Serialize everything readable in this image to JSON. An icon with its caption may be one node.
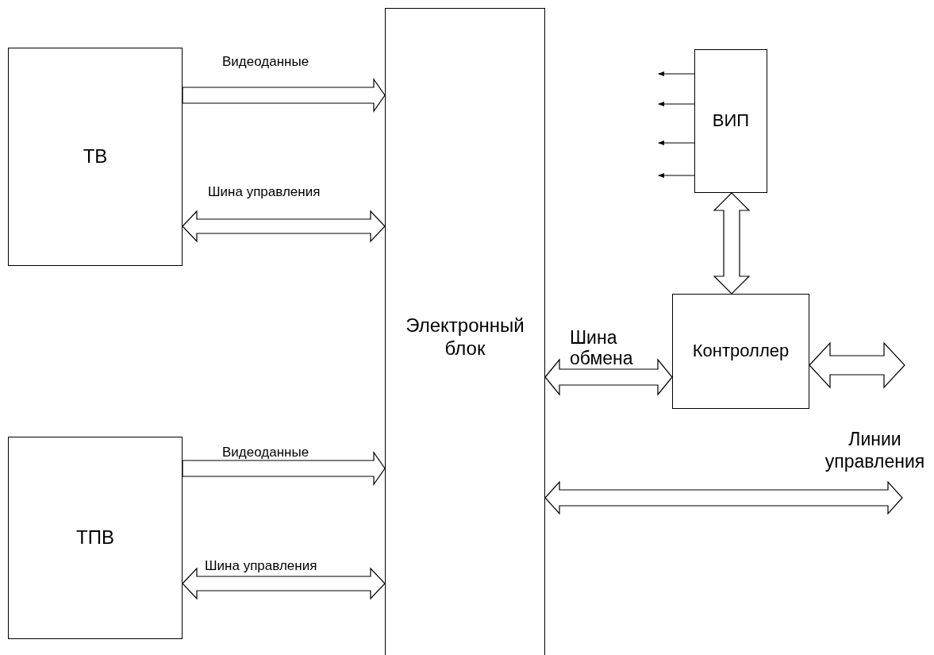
{
  "diagram": {
    "nodes": [
      {
        "text": [
          "ТВ"
        ]
      },
      {
        "text": [
          "ТПВ"
        ]
      },
      {
        "text": [
          "Электронный блок"
        ]
      },
      {
        "text": [
          "ВИП"
        ]
      },
      {
        "text": [
          "Контроллер"
        ]
      }
    ],
    "edges": [
      {
        "from": 0,
        "to": 2,
        "arrow": "to",
        "label": "Видеоданные"
      },
      {
        "from": 0,
        "to": 2,
        "arrow": "both",
        "label": "Шина управления"
      },
      {
        "from": 1,
        "to": 2,
        "arrow": "to",
        "label": "Видеоданные"
      },
      {
        "from": 1,
        "to": 2,
        "arrow": "both",
        "label": "Шина управления"
      },
      {
        "from": 3,
        "to": 4,
        "arrow": "both"
      },
      {
        "from": 2,
        "to": 4,
        "arrow": "both",
        "label": "Шина обмена"
      },
      {
        "from": 4,
        "to": null,
        "arrow": "both"
      },
      {
        "from": 2,
        "to": null,
        "arrow": "both"
      },
      {
        "from": 3,
        "to": null,
        "arrow": "to"
      },
      {
        "from": 3,
        "to": null,
        "arrow": "to"
      },
      {
        "from": 3,
        "to": null,
        "arrow": "to"
      },
      {
        "from": 3,
        "to": null,
        "arrow": "to"
      }
    ],
    "labels": [
      "Линии управления"
    ]
  }
}
